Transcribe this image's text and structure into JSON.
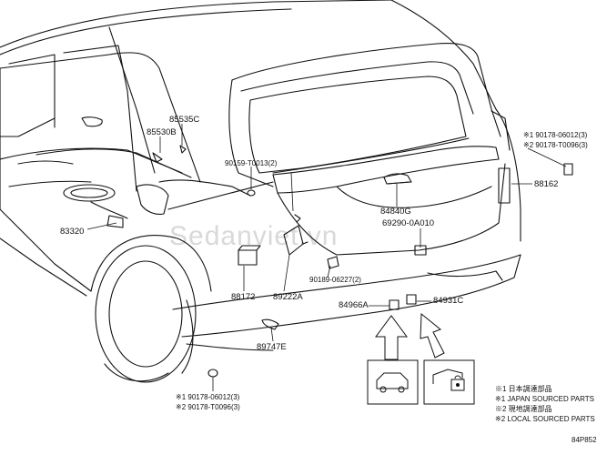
{
  "watermark": "Sedanviet.vn",
  "labels": {
    "p85535c": "85535C",
    "p85530b": "85530B",
    "p90159": "90159-T0013(2)",
    "p83320": "83320",
    "p88172": "88172",
    "p89222a": "89222A",
    "p90189": "90189-06227(2)",
    "p84840g": "84840G",
    "p69290": "69290-0A010",
    "p84966a": "84966A",
    "p84931c": "84931C",
    "p89747e": "89747E",
    "p88162": "88162",
    "tr1": "※1 90178-06012(3)",
    "tr2": "※2 90178-T0096(3)",
    "bl1": "※1 90178-06012(3)",
    "bl2": "※2 90178-T0096(3)"
  },
  "notes": {
    "n1": "※1 日本調達部品",
    "n2": "※1 JAPAN SOURCED PARTS",
    "n3": "※2 現地調達部品",
    "n4": "※2 LOCAL SOURCED PARTS"
  },
  "figure_code": "84P852",
  "icons": [
    "vehicle-side-icon",
    "vehicle-lock-icon"
  ]
}
